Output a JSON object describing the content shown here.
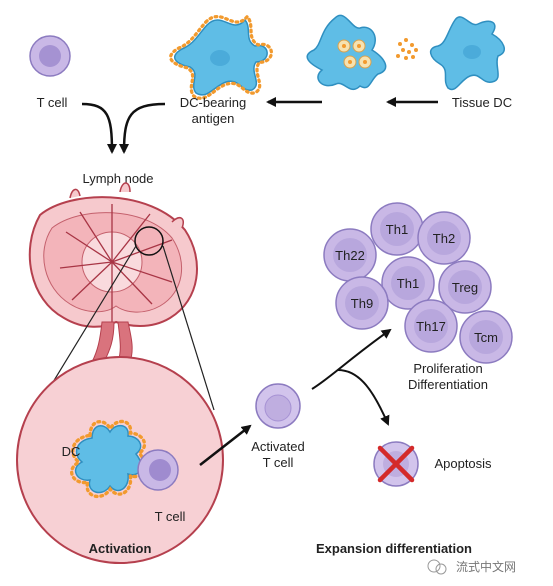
{
  "labels": {
    "t_cell": "T cell",
    "dc_bearing": "DC-bearing",
    "antigen": "antigen",
    "tissue_dc": "Tissue DC",
    "lymph_node": "Lymph node",
    "dc": "DC",
    "t_cell_inset": "T cell",
    "activation": "Activation",
    "activated": "Activated",
    "activated_t_cell": "T cell",
    "proliferation": "Proliferation",
    "differentiation": "Differentiation",
    "apoptosis": "Apoptosis",
    "expansion": "Expansion differentiation",
    "watermark": "流式中文网"
  },
  "subsets": [
    "Th1",
    "Th2",
    "Th22",
    "Th1",
    "Treg",
    "Th9",
    "Th17",
    "Tcm"
  ],
  "colors": {
    "cell_fill": "#c9b8e6",
    "cell_inner": "#9f8bcf",
    "cell_stroke": "#8c7bc0",
    "dc_fill": "#5fbde6",
    "dc_stroke": "#2f8fc0",
    "antigen_dot": "#f29a2e",
    "node_fill": "#f6c9cd",
    "node_stroke": "#b5404e",
    "node_dark": "#a83545",
    "apoptosis_x": "#d42a2a"
  }
}
